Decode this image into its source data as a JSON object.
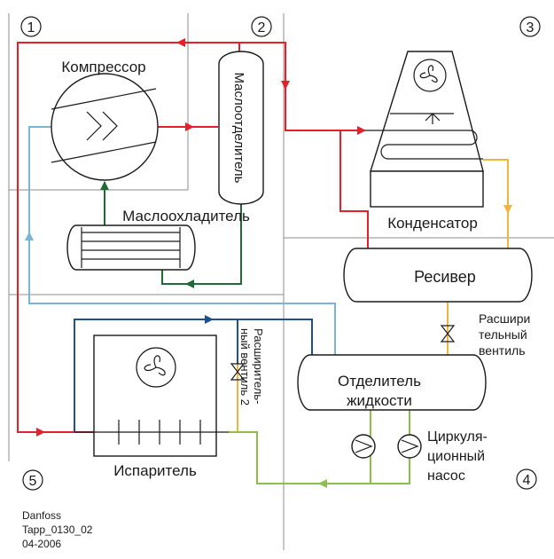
{
  "colors": {
    "hot_gas": "#e5202a",
    "oil": "#1f6b35",
    "suction_return": "#7ab5d6",
    "liquid": "#f2b53a",
    "evap_return": "#1f4f8c",
    "pump_line": "#8cc04b",
    "outline": "#1a1a1a"
  },
  "zones": [
    "1",
    "2",
    "3",
    "4",
    "5"
  ],
  "labels": {
    "compressor": "Компрессор",
    "oil_separator": "Маслоотделитель",
    "oil_cooler": "Маслоохладитель",
    "condenser": "Конденсатор",
    "receiver": "Ресивер",
    "expansion_valve_1": [
      "Расшири",
      "тельный",
      "вентиль"
    ],
    "expansion_valve_2": [
      "Расширитель-",
      "ный вентиль 2"
    ],
    "liquid_separator": [
      "Отделитель",
      "жидкости"
    ],
    "circulation_pump": [
      "Циркуля-",
      "ционный",
      "насос"
    ],
    "evaporator": "Испаритель"
  },
  "footer": [
    "Danfoss",
    "Tapp_0130_02",
    "04-2006"
  ],
  "icons": [
    "fan-icon",
    "compressor-chevrons-icon",
    "valve-icon",
    "pump-icon",
    "arrow-icon"
  ]
}
